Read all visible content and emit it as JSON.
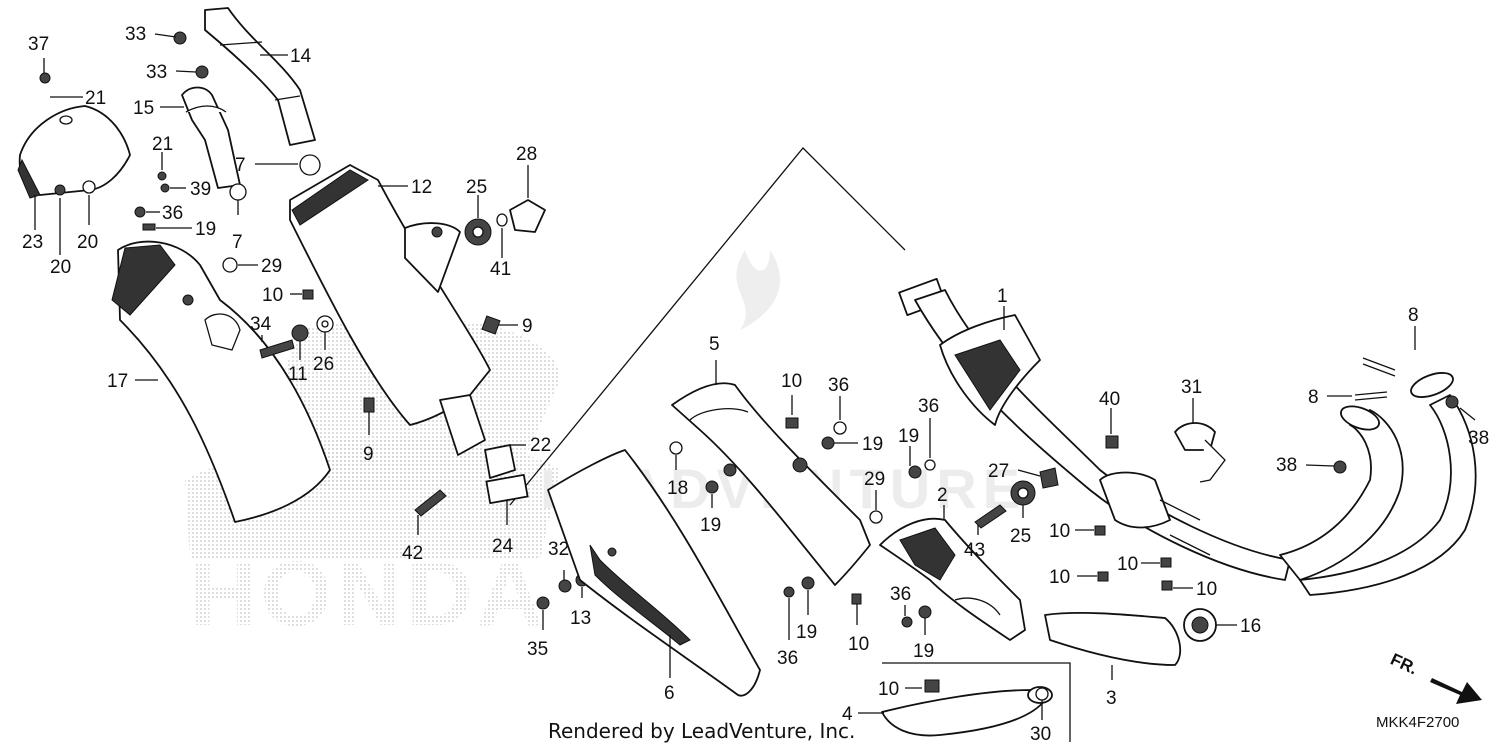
{
  "diagram": {
    "watermark_brand": "HONDA",
    "watermark_dealer": "LEADVENTURE",
    "footer_text": "Rendered by LeadVenture, Inc.",
    "diagram_code": "MKK4F2700",
    "direction_label": "FR."
  },
  "callouts": [
    {
      "label": "37"
    },
    {
      "label": "33"
    },
    {
      "label": "33"
    },
    {
      "label": "14"
    },
    {
      "label": "21"
    },
    {
      "label": "15"
    },
    {
      "label": "21"
    },
    {
      "label": "39"
    },
    {
      "label": "7"
    },
    {
      "label": "7"
    },
    {
      "label": "12"
    },
    {
      "label": "25"
    },
    {
      "label": "28"
    },
    {
      "label": "23"
    },
    {
      "label": "20"
    },
    {
      "label": "20"
    },
    {
      "label": "36"
    },
    {
      "label": "19"
    },
    {
      "label": "29"
    },
    {
      "label": "41"
    },
    {
      "label": "10"
    },
    {
      "label": "9"
    },
    {
      "label": "34"
    },
    {
      "label": "11"
    },
    {
      "label": "26"
    },
    {
      "label": "17"
    },
    {
      "label": "9"
    },
    {
      "label": "22"
    },
    {
      "label": "42"
    },
    {
      "label": "24"
    },
    {
      "label": "32"
    },
    {
      "label": "13"
    },
    {
      "label": "35"
    },
    {
      "label": "5"
    },
    {
      "label": "10"
    },
    {
      "label": "36"
    },
    {
      "label": "19"
    },
    {
      "label": "18"
    },
    {
      "label": "19"
    },
    {
      "label": "6"
    },
    {
      "label": "36"
    },
    {
      "label": "19"
    },
    {
      "label": "10"
    },
    {
      "label": "29"
    },
    {
      "label": "19"
    },
    {
      "label": "36"
    },
    {
      "label": "36"
    },
    {
      "label": "19"
    },
    {
      "label": "1"
    },
    {
      "label": "40"
    },
    {
      "label": "31"
    },
    {
      "label": "27"
    },
    {
      "label": "2"
    },
    {
      "label": "43"
    },
    {
      "label": "25"
    },
    {
      "label": "10"
    },
    {
      "label": "10"
    },
    {
      "label": "10"
    },
    {
      "label": "10"
    },
    {
      "label": "8"
    },
    {
      "label": "8"
    },
    {
      "label": "38"
    },
    {
      "label": "38"
    },
    {
      "label": "16"
    },
    {
      "label": "3"
    },
    {
      "label": "10"
    },
    {
      "label": "4"
    },
    {
      "label": "30"
    }
  ]
}
